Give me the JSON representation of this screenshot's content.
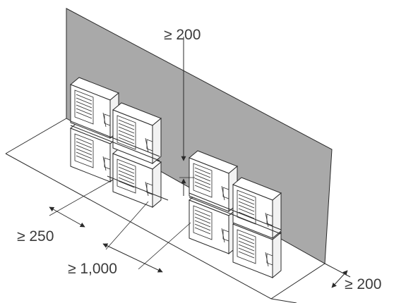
{
  "labels": {
    "clearance_top": "≥ 200",
    "clearance_side": "≥ 250",
    "clearance_between": "≥ 1,000",
    "clearance_right": "≥ 200"
  },
  "colors": {
    "wall": "#a9a9a9",
    "line": "#2a2a2a",
    "background": "#ffffff"
  },
  "units": {
    "count": 8,
    "arrangement": "two stacks of 2x2 outdoor units on wall brackets"
  }
}
